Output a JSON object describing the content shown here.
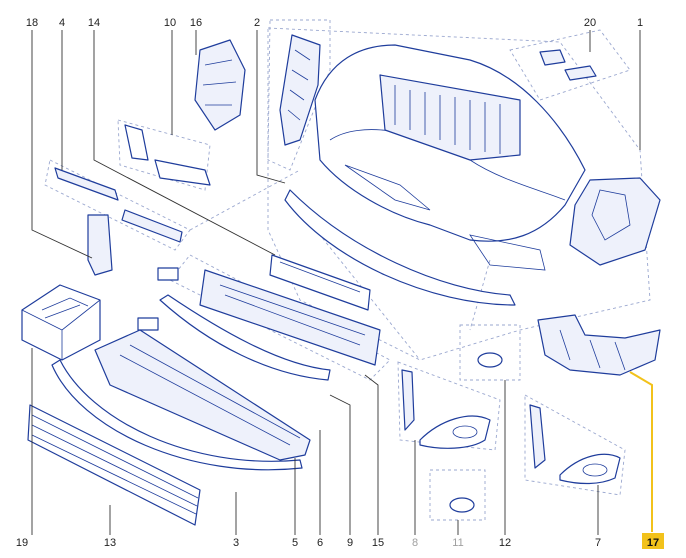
{
  "diagram": {
    "highlight_color": "#f2c21b",
    "line_color": "#1f3d9c",
    "callouts": {
      "c1": "1",
      "c2": "2",
      "c3": "3",
      "c4": "4",
      "c5": "5",
      "c6": "6",
      "c7": "7",
      "c8": "8",
      "c9": "9",
      "c10": "10",
      "c11": "11",
      "c12": "12",
      "c13": "13",
      "c14": "14",
      "c15": "15",
      "c16": "16",
      "c17": "17",
      "c18": "18",
      "c19": "19",
      "c20": "20"
    },
    "highlighted_callout": "17",
    "muted_callouts": [
      "8",
      "11"
    ]
  }
}
